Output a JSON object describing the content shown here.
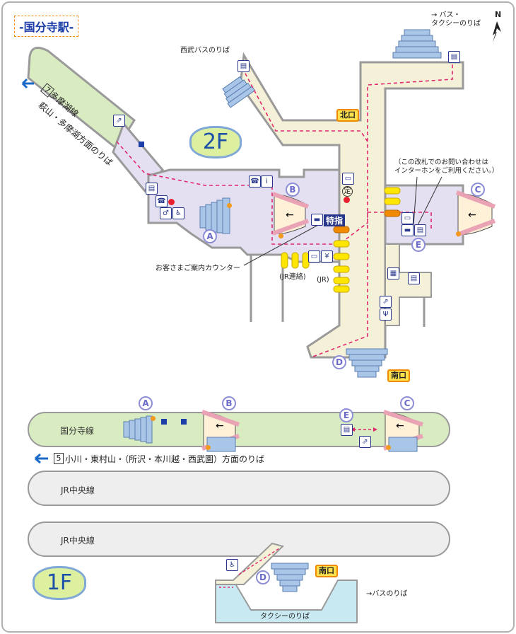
{
  "station_name": "-国分寺駅-",
  "north_label": "N",
  "floor_2f": "2F",
  "floor_1f": "1F",
  "labels_2f": {
    "bus_taxi": "→ バス・\nタクシーのりば",
    "seibu_bus": "西武バスのりば",
    "north_exit": "北口",
    "south_exit": "南口",
    "tamako_line": "多摩湖線",
    "platform7": "萩山・多摩湖方面のりば",
    "platform7_num": "7",
    "intercom_note": "（この改札でのお問い合わせは\nインターホンをご利用ください。）",
    "info_counter": "お客さまご案内カウンター",
    "jr_transfer": "(JR連絡)",
    "jr": "(JR)",
    "tokushi": "特指",
    "teiki": "定"
  },
  "labels_1f": {
    "kokubunji_line": "国分寺線",
    "platform5_num": "5",
    "platform5": "小川・東村山・（所沢・本川越・西武園）方面のりば",
    "jr_chuo_1": "JR中央線",
    "jr_chuo_2": "JR中央線",
    "south_exit": "南口",
    "bus_stop": "→バスのりば",
    "taxi_stop": "タクシーのりば"
  },
  "exits": {
    "a": "A",
    "b": "B",
    "c": "C",
    "d": "D",
    "e": "E"
  },
  "icons": [
    "elevator-icon",
    "telephone-icon",
    "restroom-icon",
    "accessible-icon",
    "escalator-icon",
    "ticket-machine-icon",
    "coin-locker-icon",
    "restaurant-icon",
    "information-icon",
    "stairs-icon"
  ],
  "colors": {
    "concourse": "#f5f0d8",
    "paid_area": "#e4e0f2",
    "tamako_platform": "#d9ebc0",
    "kokubunji_platform": "#d9ebc0",
    "jr_platform": "#eeeeee",
    "taxi_area": "#c9e9f2",
    "route_line": "#e0286e",
    "gate_yellow": "#ffe600",
    "gate_orange": "#f08a00",
    "wall": "#9a9a9a",
    "stairs": "#a9c6e8",
    "escalator": "#e9a3b5"
  }
}
